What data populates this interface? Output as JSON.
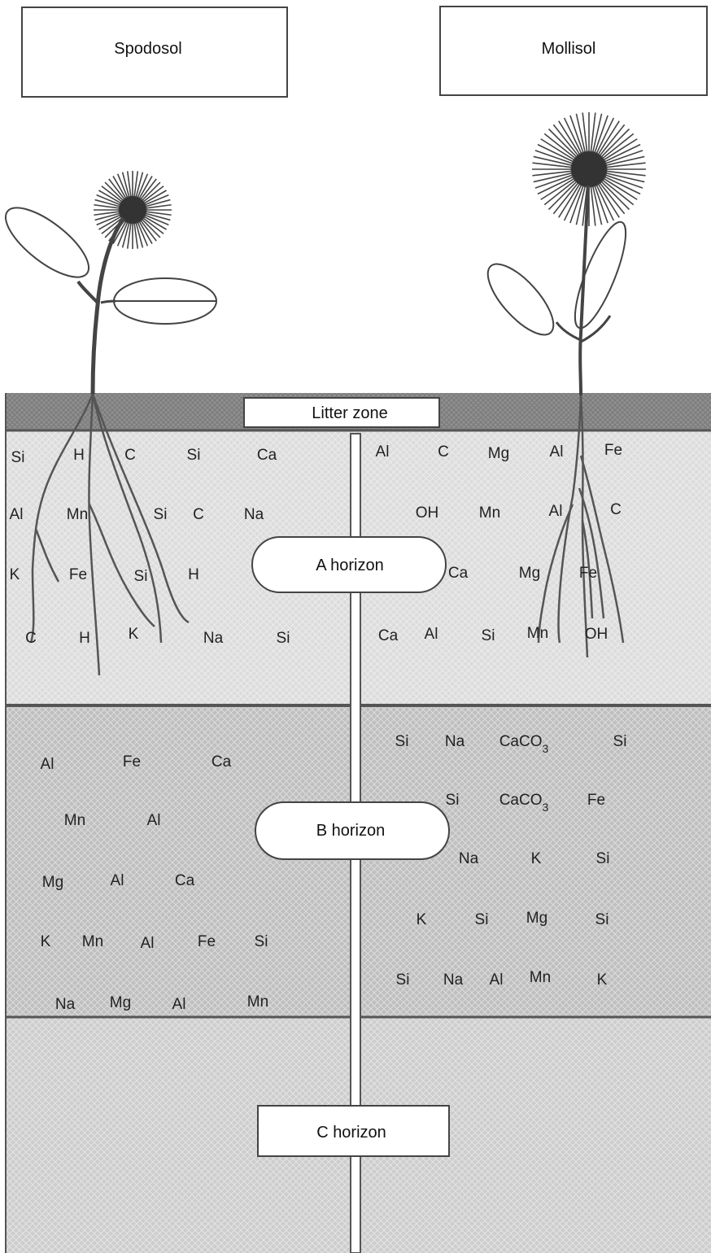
{
  "titles": {
    "left": "Spodosol",
    "right": "Mollisol"
  },
  "labels": {
    "litter": "Litter zone",
    "a_horizon": "A horizon",
    "b_horizon": "B horizon",
    "c_horizon": "C horizon"
  },
  "colors": {
    "litter_band": "#8f8f8f",
    "a_horizon_fill": "#dcdcdc",
    "b_horizon_fill": "#bfbfbf",
    "c_horizon_fill": "#cdcdcd",
    "boundary": "#555555",
    "plant": "#444444"
  },
  "elements": {
    "spodosol_a": [
      "Si",
      "H",
      "C",
      "Si",
      "Ca",
      "Al",
      "Mn",
      "Si",
      "C",
      "Na",
      "K",
      "Fe",
      "Si",
      "H",
      "C",
      "H",
      "K",
      "Na",
      "Si"
    ],
    "mollisol_a": [
      "Al",
      "C",
      "Mg",
      "Al",
      "Fe",
      "OH",
      "Mn",
      "Al",
      "C",
      "Ca",
      "Mg",
      "Fe",
      "Ca",
      "Al",
      "Si",
      "Mn",
      "OH"
    ],
    "spodosol_b": [
      "Al",
      "Fe",
      "Ca",
      "Mn",
      "Al",
      "Mg",
      "Al",
      "Ca",
      "K",
      "Mn",
      "Al",
      "Fe",
      "Si",
      "Na",
      "Mg",
      "Al",
      "Mn"
    ],
    "mollisol_b": [
      "Si",
      "Na",
      "CaCO3",
      "Si",
      "Si",
      "CaCO3",
      "Fe",
      "Na",
      "K",
      "Si",
      "K",
      "Si",
      "Mg",
      "Si",
      "Si",
      "Na",
      "Al",
      "Mn",
      "K"
    ]
  }
}
